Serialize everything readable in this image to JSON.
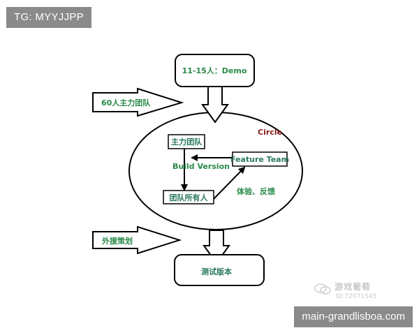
{
  "watermarks": {
    "top_left": "TG: MYYJJPP",
    "bottom_right": "main-grandlisboa.com",
    "brand": "游戏葡萄",
    "id": "ID:72071545"
  },
  "diagram": {
    "demo_box": "11-15人：Demo",
    "main_team_arrow": "60人主力团队",
    "circle_label": "Circle",
    "main_team_box": "主力团队",
    "build_version": "Build Version",
    "feature_team": "Feature Team",
    "all_team_box": "团队所有人",
    "feedback": "体验、反馈",
    "outsource_arrow": "外援策划",
    "test_box": "测试版本"
  },
  "colors": {
    "node_text": "#2a8a4a",
    "circle_label": "#8a1a1a",
    "stroke": "#000000"
  }
}
